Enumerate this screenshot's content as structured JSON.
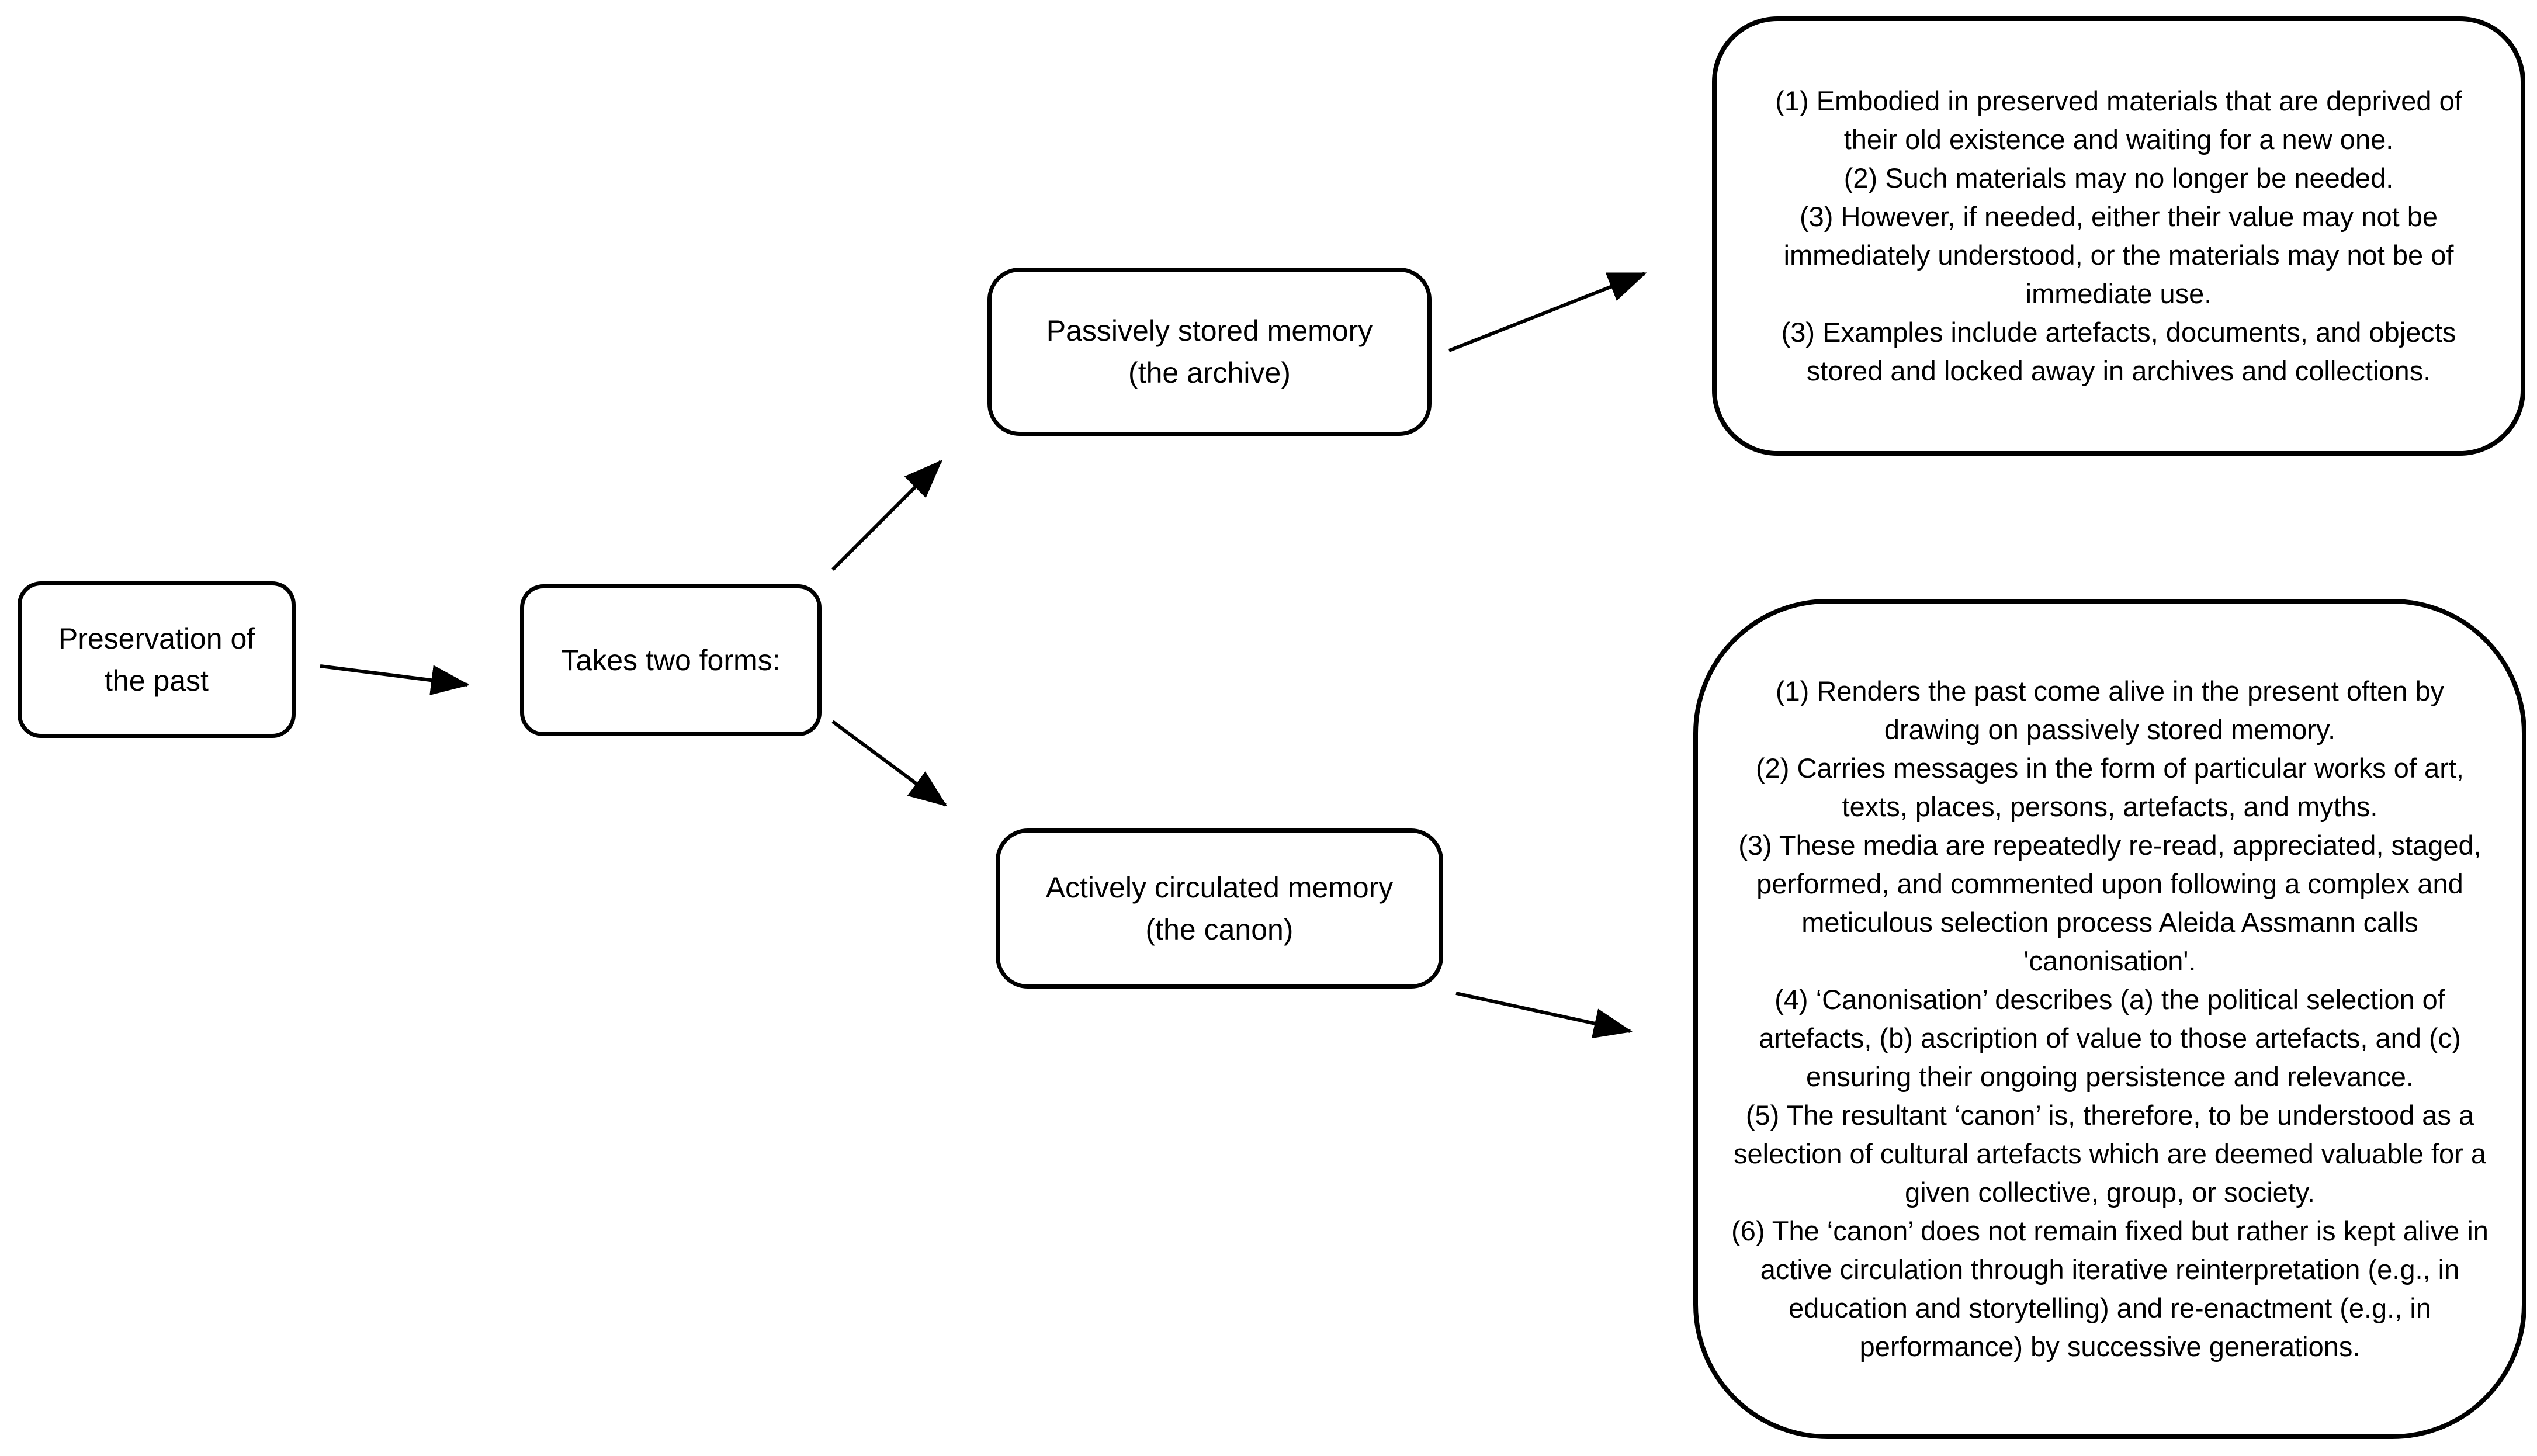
{
  "diagram": {
    "title_hint": "Preservation of the past — two forms of cultural memory (archive vs canon)",
    "colors": {
      "background": "#ffffff",
      "stroke": "#000000",
      "text": "#000000"
    },
    "nodes": {
      "preservation": {
        "label": "Preservation of the past"
      },
      "takes_two_forms": {
        "label": "Takes two forms:"
      },
      "passive": {
        "title": "Passively stored memory",
        "subtitle": "(the archive)"
      },
      "active": {
        "title": "Actively circulated memory",
        "subtitle": "(the canon)"
      },
      "archive_details": {
        "items": [
          "(1) Embodied in preserved materials that are deprived of their old existence and waiting for a new one.",
          "(2) Such materials may no longer be needed.",
          "(3) However, if needed, either their value may not be immediately understood, or the materials may not be of immediate use.",
          "(3) Examples include artefacts, documents, and objects stored and locked away in archives and collections."
        ]
      },
      "canon_details": {
        "items": [
          "(1) Renders the past come alive in the present often by drawing on passively stored memory.",
          "(2) Carries messages in the form of particular works of art, texts, places, persons, artefacts, and myths.",
          "(3) These media are repeatedly re-read, appreciated, staged, performed, and commented upon following a complex and meticulous selection process Aleida Assmann calls 'canonisation'.",
          "(4) ‘Canonisation’ describes (a) the political selection of artefacts, (b) ascription of value to those artefacts, and (c) ensuring their ongoing persistence and relevance.",
          "(5) The resultant ‘canon’ is, therefore, to be understood as a selection of cultural artefacts which are deemed valuable for a given collective, group, or society.",
          "(6) The ‘canon’ does not remain fixed but rather is kept alive in active circulation through iterative reinterpretation (e.g., in education and storytelling) and re-enactment (e.g., in performance) by successive generations."
        ]
      }
    },
    "edges": [
      {
        "from": "preservation",
        "to": "takes_two_forms"
      },
      {
        "from": "takes_two_forms",
        "to": "passive"
      },
      {
        "from": "takes_two_forms",
        "to": "active"
      },
      {
        "from": "passive",
        "to": "archive_details"
      },
      {
        "from": "active",
        "to": "canon_details"
      }
    ]
  }
}
